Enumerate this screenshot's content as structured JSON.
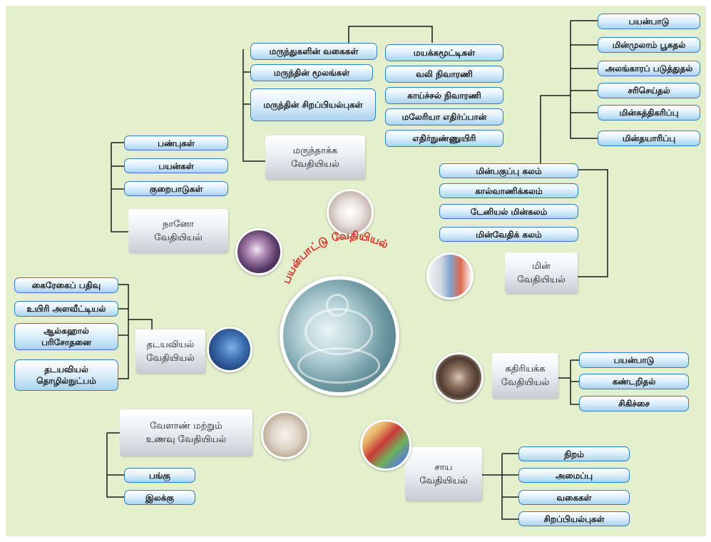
{
  "center": {
    "title": "பயன்பாட்டு வேதியியல்"
  },
  "branches": {
    "medicinal": {
      "label": "மருந்தாக்க\nவேதியியல்",
      "groups": [
        "மருந்துகளின் வகைகள்",
        "மருந்தின் மூலங்கள்",
        "மருந்தின் சிறப்பியல்புகள்"
      ],
      "types": [
        "மயக்கமூட்டிகள்",
        "வலி நிவாரணி",
        "காய்ச்சல் நிவாரணி",
        "மலேரியா எதிர்ப்பான்",
        "எதிர்நுண்ணுயிரி"
      ]
    },
    "nano": {
      "label": "நானோ\nவேதியியல்",
      "items": [
        "பண்புகள்",
        "பயன்கள்",
        "குறைபாடுகள்"
      ]
    },
    "electro": {
      "label": "மின்\nவேதியியல்",
      "cells": [
        "மின்பகுப்பு கலம்",
        "கால்வாணிக்கலம்",
        "டேனியல் மின்கலம்",
        "மின்வேதிக் கலம்"
      ],
      "uses": [
        "பயன்பாடு",
        "மின்முலாம் பூசுதல்",
        "அலங்காரப் படுத்துதல்",
        "சரிசெய்தல்",
        "மின்சுத்திகரிப்பு",
        "மின்தயாரிப்பு"
      ]
    },
    "forensic": {
      "label": "தடயவியல்\nவேதியியல்",
      "items": [
        "கைரேகைப் பதிவு",
        "உயிரி அளவீட்டியல்",
        "ஆல்கஹால் பரிசோதனை",
        "தடயவியல் தொழில்நுட்பம்"
      ]
    },
    "radio": {
      "label": "கதிரியக்க\nவேதியியல்",
      "items": [
        "பயன்பாடு",
        "கண்டறிதல்",
        "சிகிச்சை"
      ]
    },
    "dye": {
      "label": "சாய\nவேதியியல்",
      "items": [
        "நிறம்",
        "அமைப்பு",
        "வகைகள்",
        "சிறப்பியல்புகள்"
      ]
    },
    "agri": {
      "label": "வேளாண் மற்றும்\nஉணவு வேதியியல்",
      "items": [
        "பங்கு",
        "இலக்கு"
      ]
    }
  },
  "colors": {
    "background": "#e3efcd",
    "pill_border": "#2f7fc0",
    "title_red": "#e0201b"
  }
}
